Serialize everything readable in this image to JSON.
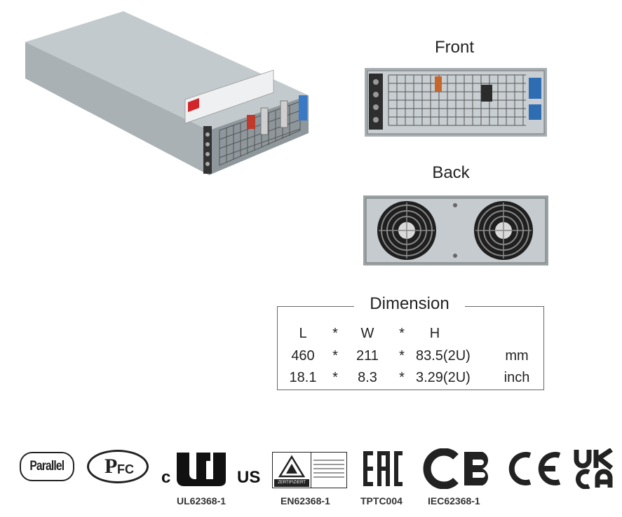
{
  "views": {
    "front_label": "Front",
    "back_label": "Back"
  },
  "dimension": {
    "title": "Dimension",
    "header": [
      "L",
      "*",
      "W",
      "*",
      "H",
      ""
    ],
    "rows": [
      [
        "460",
        "*",
        "211",
        "*",
        "83.5(2U)",
        "mm"
      ],
      [
        "18.1",
        "*",
        "8.3",
        "*",
        "3.29(2U)",
        "inch"
      ]
    ]
  },
  "certifications": {
    "parallel_text": "Parallel",
    "pfc_text": "FC",
    "ul_c": "c",
    "ul_us": "US",
    "tuv_footer": "ZERTIFIZIERT",
    "ce_text": "CE",
    "ukca_top": "UK",
    "ukca_bottom": "CA",
    "cb_text": "CB",
    "eac_text": "EAC",
    "labels": {
      "ul": "UL62368-1",
      "en": "EN62368-1",
      "tptc": "TPTC004",
      "iec": "IEC62368-1"
    }
  },
  "colors": {
    "chassis": "#b9c0c4",
    "chassis_dark": "#8b9398",
    "fan_ring": "#2a2a2a",
    "brand_red": "#d3262b",
    "label_blue": "#3a79c4"
  }
}
